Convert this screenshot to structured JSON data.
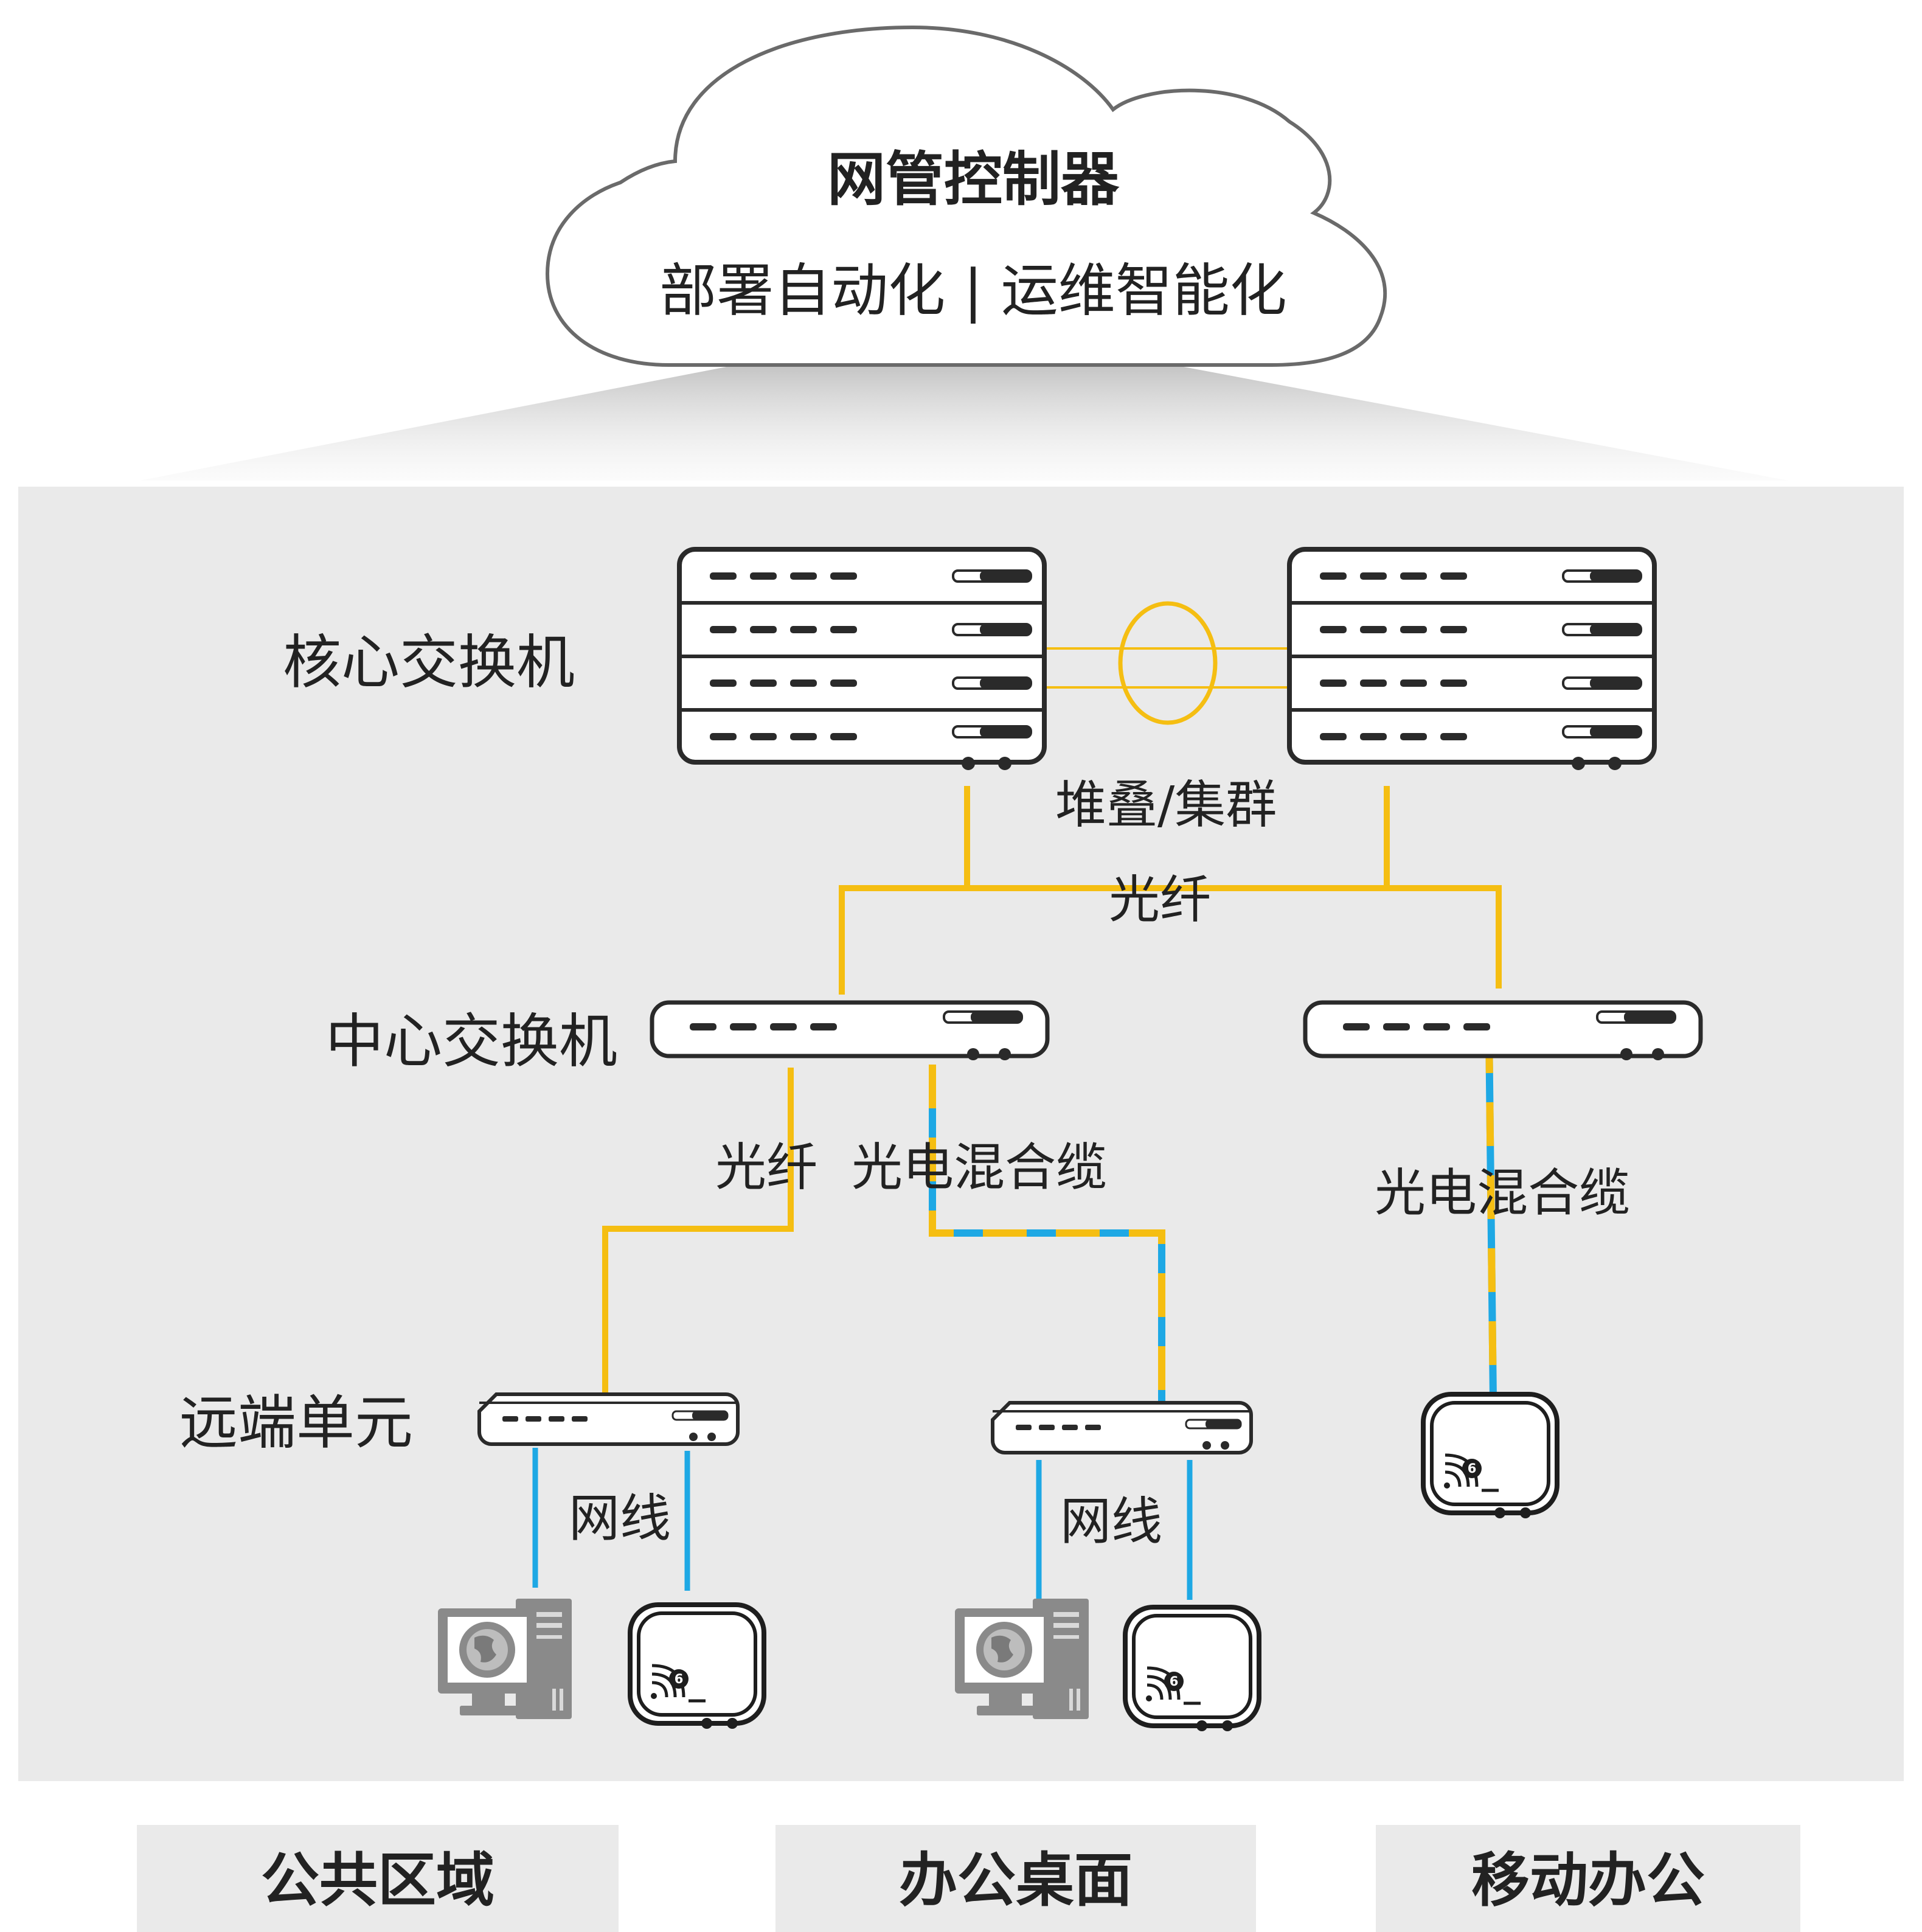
{
  "colors": {
    "fiber": "#F5BE12",
    "copper": "#1EA8E4",
    "title_blue": "#1F6FC4",
    "panel": "#EAEAEA",
    "outline": "#2A2A2A"
  },
  "cloud": {
    "title": "网管控制器",
    "subtitle": "部署自动化 | 运维智能化"
  },
  "tiers": {
    "core": "核心交换机",
    "center": "中心交换机",
    "remote": "远端单元"
  },
  "links": {
    "stack": "堆叠/集群",
    "fiber_top": "光纤",
    "fiber_left": "光纤",
    "hybrid_mid": "光电混合缆",
    "hybrid_right": "光电混合缆",
    "cable_left": "网线",
    "cable_mid": "网线"
  },
  "zones": [
    "公共区域",
    "办公桌面",
    "移动办公"
  ],
  "icons": {
    "switch": "rack-switch-icon",
    "ap": "wifi6-access-point-icon",
    "pc": "desktop-computer-icon"
  }
}
